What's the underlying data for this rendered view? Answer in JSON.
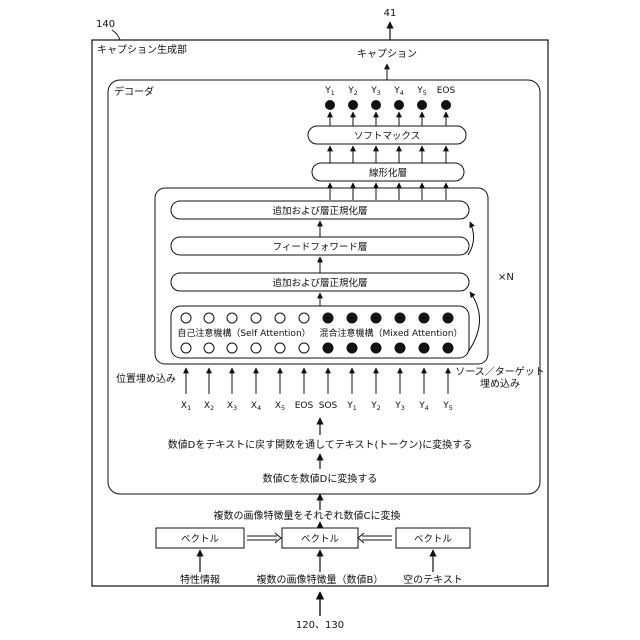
{
  "refs": {
    "top_output": "41",
    "outer_box": "140",
    "bottom_input": "120、130"
  },
  "outer_title": "キャプション生成部",
  "caption_output": "キャプション",
  "decoder_title": "デコーダ",
  "output_tokens": [
    "Y1",
    "Y2",
    "Y3",
    "Y4",
    "Y5",
    "EOS"
  ],
  "softmax": "ソフトマックス",
  "linear": "線形化層",
  "add_norm_top": "追加および層正規化層",
  "feed_forward": "フィードフォワード層",
  "add_norm_mid": "追加および層正規化層",
  "self_attention": "自己注意機構（Self Attention）",
  "mixed_attention": "混合注意機構（Mixed Attention）",
  "times_n": "×N",
  "positional_embedding": "位置埋め込み",
  "source_target_embedding": [
    "ソース／ターゲット",
    "埋め込み"
  ],
  "input_tokens": [
    "X1",
    "X2",
    "X3",
    "X4",
    "X5",
    "EOS",
    "SOS",
    "Y1",
    "Y2",
    "Y3",
    "Y4",
    "Y5"
  ],
  "step_d_to_text": "数値Dをテキストに戻す関数を通してテキスト(トークン)に変換する",
  "step_c_to_d": "数値Cを数値Dに変換する",
  "step_features_to_c": "複数の画像特徴量をそれぞれ数値Cに変換",
  "vector_boxes": [
    "ベクトル",
    "ベクトル",
    "ベクトル"
  ],
  "bottom_labels": [
    "特性情報",
    "複数の画像特徴量（数値B）",
    "空のテキスト"
  ]
}
